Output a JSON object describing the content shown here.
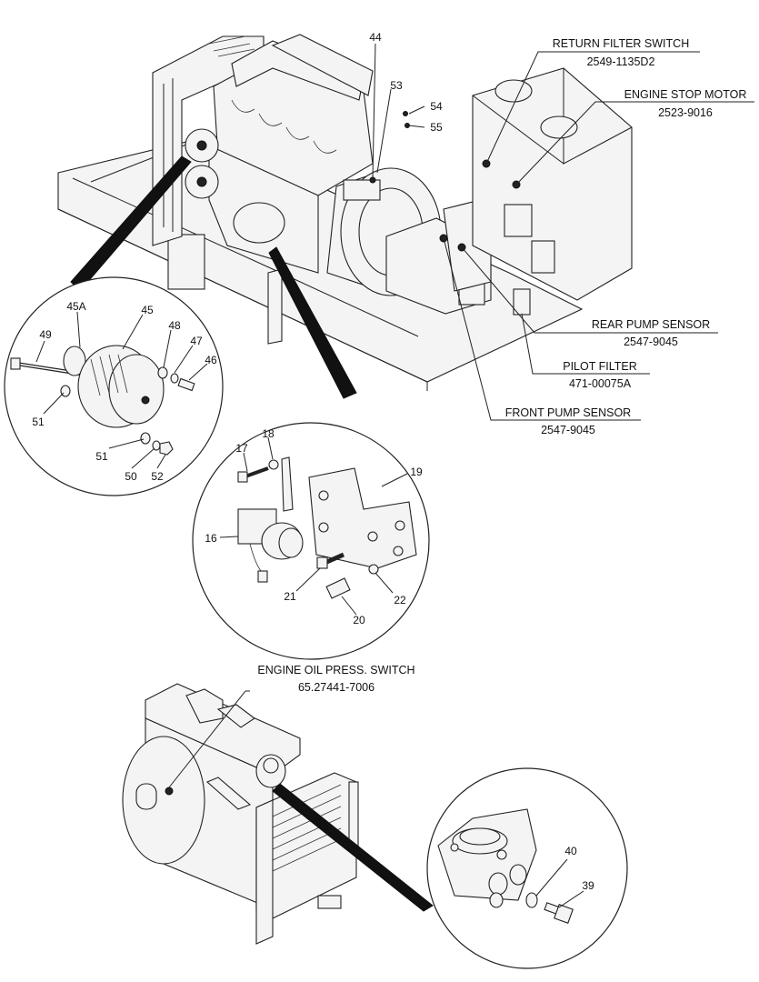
{
  "callouts": {
    "return_filter_switch": {
      "name": "RETURN FILTER SWITCH",
      "pn": "2549-1135D2"
    },
    "engine_stop_motor": {
      "name": "ENGINE STOP MOTOR",
      "pn": "2523-9016"
    },
    "rear_pump_sensor": {
      "name": "REAR PUMP SENSOR",
      "pn": "2547-9045"
    },
    "pilot_filter": {
      "name": "PILOT FILTER",
      "pn": "471-00075A"
    },
    "front_pump_sensor": {
      "name": "FRONT PUMP SENSOR",
      "pn": "2547-9045"
    },
    "engine_oil_press_switch": {
      "name": "ENGINE OIL PRESS. SWITCH",
      "pn": "65.27441-7006"
    }
  },
  "item_numbers": {
    "n44": "44",
    "n53": "53",
    "n54": "54",
    "n55": "55",
    "n45a": "45A",
    "n45": "45",
    "n48": "48",
    "n49": "49",
    "n47": "47",
    "n46": "46",
    "n51a": "51",
    "n51b": "51",
    "n50": "50",
    "n52": "52",
    "n18": "18",
    "n17": "17",
    "n19": "19",
    "n16": "16",
    "n21": "21",
    "n22": "22",
    "n20": "20",
    "n40": "40",
    "n39": "39"
  }
}
